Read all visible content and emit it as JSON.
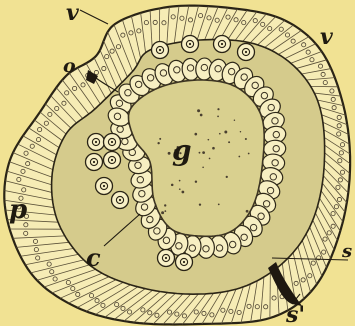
{
  "figure": {
    "labels": {
      "v_left": "v",
      "v_right": "v",
      "o": "o",
      "p": "p",
      "g": "g",
      "c": "c",
      "s": "s",
      "s_prime": "s'"
    }
  }
}
